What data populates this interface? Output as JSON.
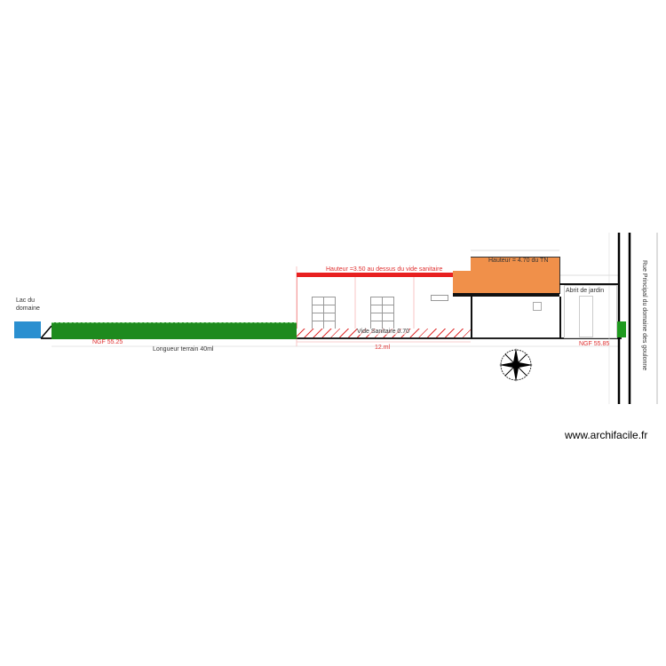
{
  "labels": {
    "lake": "Lac du domaine",
    "ngf_left": "NGF  55.25",
    "ngf_right": "NGF  55.85",
    "length": "Longueur terrain 40ml",
    "house_height": "Hauteur =3.50 au dessus du vide sanitaire",
    "crawlspace": "Vide Sanitaire 0.70",
    "house_width": "12.ml",
    "garage_height": "Hauteur = 4.70 du TN",
    "shed": "Abrit de jardin",
    "road": "Rue Principal du domaine des goulonne",
    "watermark": "www.archifacile.fr"
  },
  "colors": {
    "grass": "#1e8a1e",
    "lake": "#2a8fd0",
    "roof": "#e82020",
    "garage_roof": "#f0904a"
  }
}
